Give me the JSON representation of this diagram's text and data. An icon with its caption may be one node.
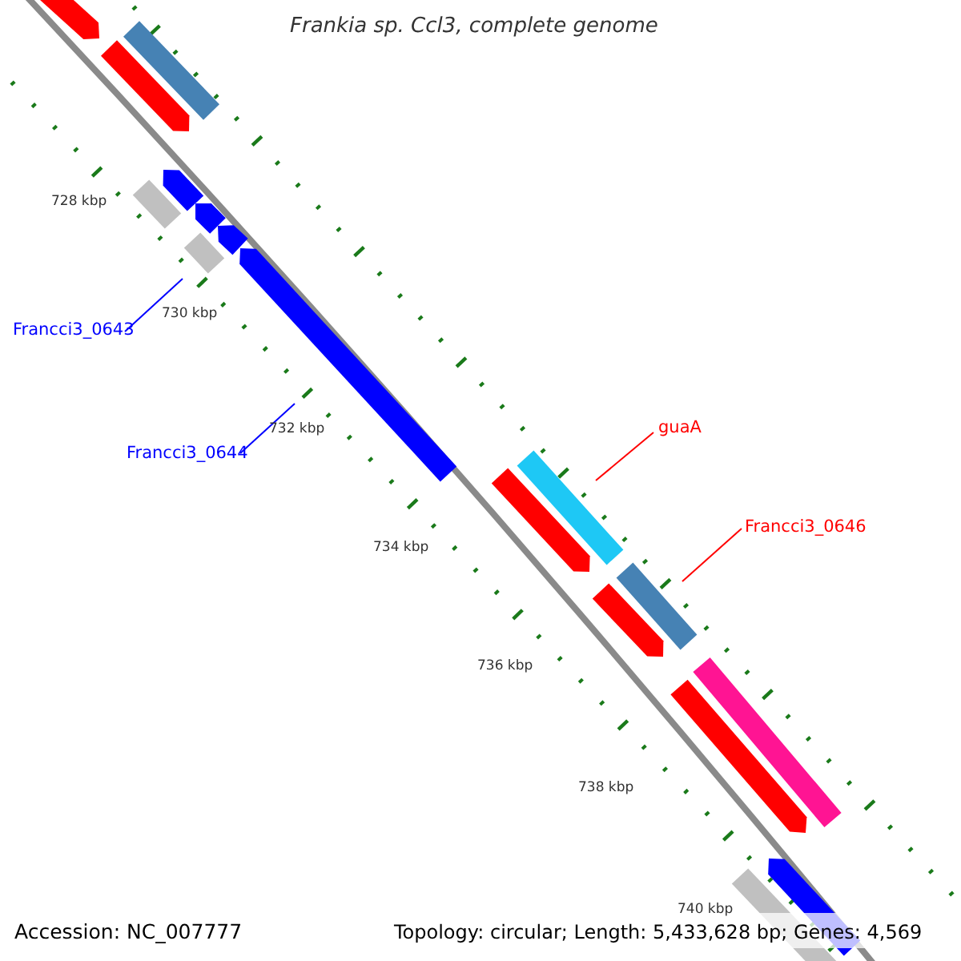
{
  "diagram": {
    "title": "Frankia sp. Ccl3, complete genome",
    "nodes": [
      {
        "text": [
          "Francci3_0643"
        ]
      },
      {
        "text": [
          "Francci3_0644"
        ]
      },
      {
        "text": [
          "guaA"
        ]
      },
      {
        "text": [
          "Francci3_0646"
        ]
      },
      {
        "text": [],
        "shape": "box"
      },
      {
        "text": [],
        "shape": "box"
      },
      {
        "text": [],
        "shape": "box"
      },
      {
        "text": [],
        "shape": "box"
      }
    ],
    "edges": [
      {
        "from": 0,
        "to": 4,
        "arrow": "none",
        "color": "#0000ff"
      },
      {
        "from": 1,
        "to": 5,
        "arrow": "none",
        "color": "#0000ff"
      },
      {
        "from": 2,
        "to": 6,
        "arrow": "none",
        "color": "#ff0000"
      },
      {
        "from": 3,
        "to": 7,
        "arrow": "none",
        "color": "#ff0000"
      }
    ],
    "labels": [
      "728 kbp",
      "730 kbp",
      "732 kbp",
      "734 kbp",
      "736 kbp",
      "738 kbp",
      "740 kbp",
      "Accession: NC_007777",
      "Topology: circular; Length: 5,433,628 bp; Genes: 4,569"
    ]
  }
}
